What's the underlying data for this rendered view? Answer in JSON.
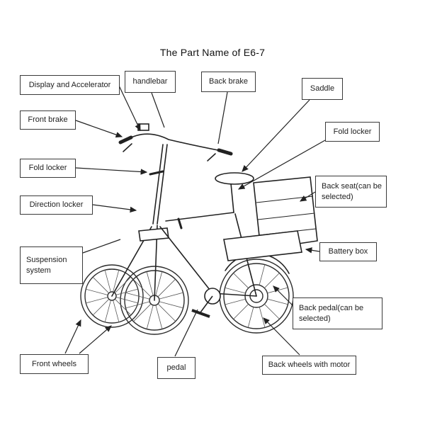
{
  "title": "The Part Name of E6-7",
  "labels": {
    "display_accelerator": "Display and Accelerator",
    "handlebar": "handlebar",
    "back_brake": "Back brake",
    "saddle": "Saddle",
    "front_brake": "Front brake",
    "fold_locker_right": "Fold locker",
    "fold_locker_left": "Fold locker",
    "direction_locker": "Direction locker",
    "back_seat": "Back seat(can be selected)",
    "suspension_system": "Suspension system",
    "battery_box": "Battery box",
    "back_pedal": "Back pedal(can be selected)",
    "front_wheels": "Front wheels",
    "pedal": "pedal",
    "back_wheels_motor": "Back wheels with motor"
  }
}
